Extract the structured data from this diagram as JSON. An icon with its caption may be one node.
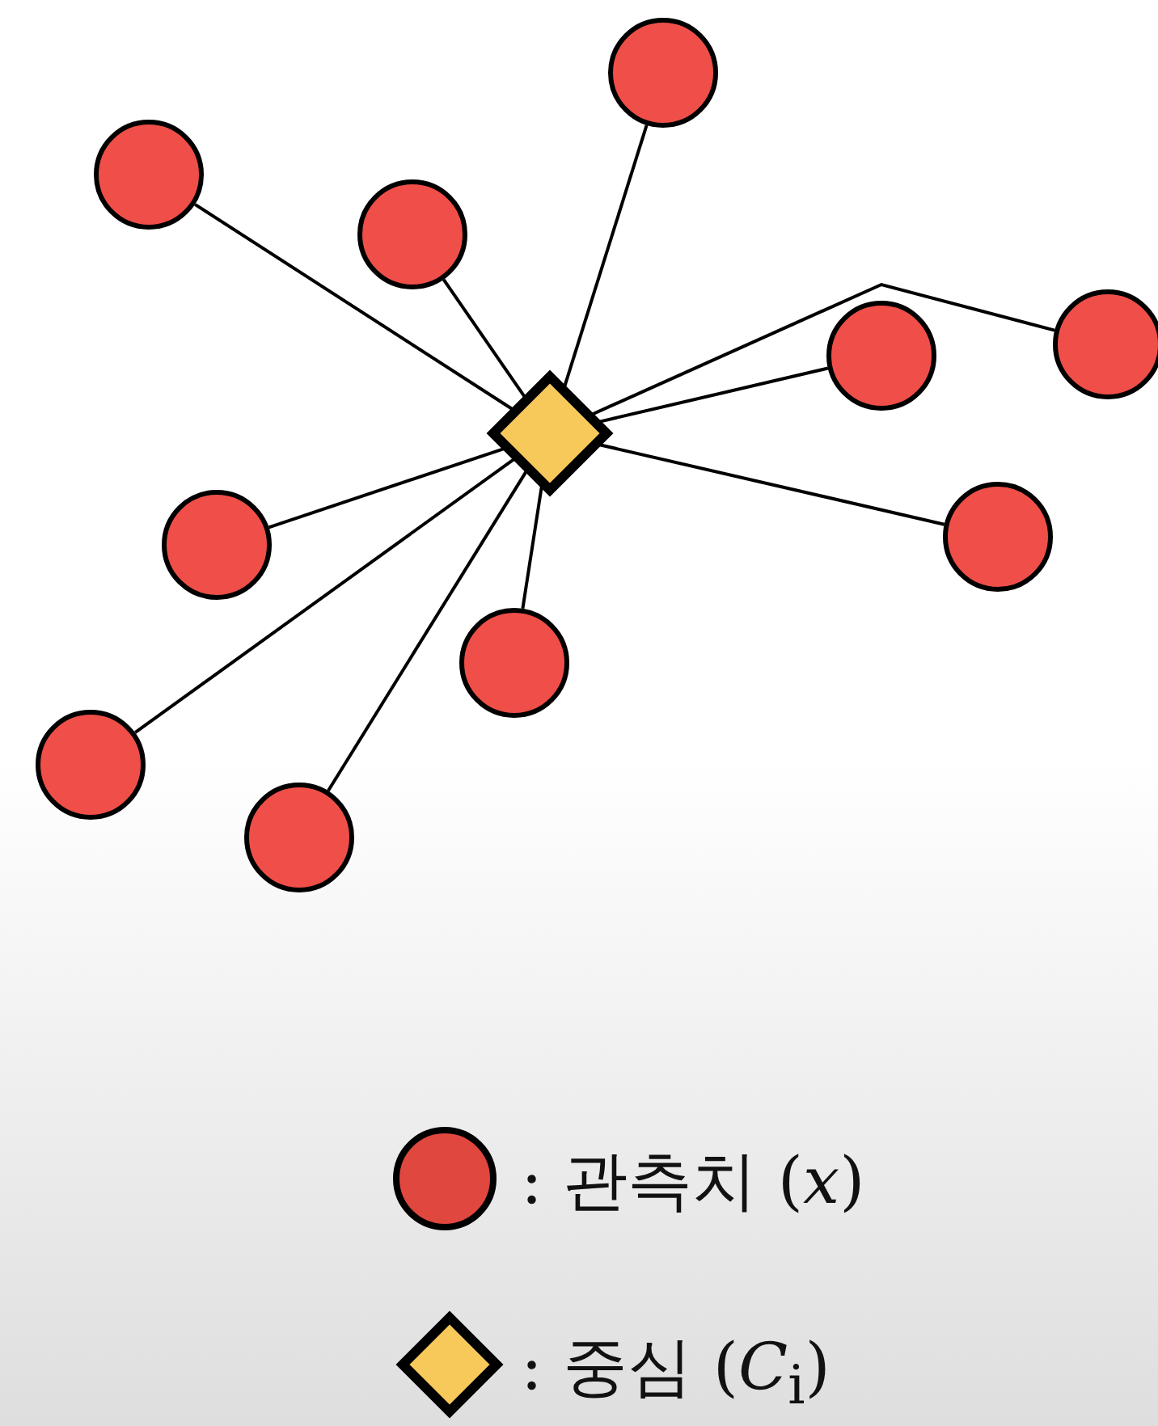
{
  "diagram": {
    "nodes": [
      {
        "text": [],
        "shape": "circle"
      },
      {
        "text": [],
        "shape": "circle"
      },
      {
        "text": [],
        "shape": "circle"
      },
      {
        "text": [],
        "shape": "circle"
      },
      {
        "text": [],
        "shape": "circle"
      },
      {
        "text": [],
        "shape": "diamond"
      },
      {
        "text": [],
        "shape": "circle"
      },
      {
        "text": [],
        "shape": "circle"
      },
      {
        "text": [],
        "shape": "circle"
      },
      {
        "text": [],
        "shape": "circle"
      },
      {
        "text": [],
        "shape": "circle"
      }
    ],
    "edges": [
      {
        "from": 5,
        "to": 0,
        "arrow": "none"
      },
      {
        "from": 5,
        "to": 1,
        "arrow": "none"
      },
      {
        "from": 5,
        "to": 2,
        "arrow": "none"
      },
      {
        "from": 5,
        "to": 3,
        "arrow": "none"
      },
      {
        "from": 5,
        "to": 4,
        "arrow": "none"
      },
      {
        "from": 5,
        "to": 6,
        "arrow": "none"
      },
      {
        "from": 5,
        "to": 7,
        "arrow": "none"
      },
      {
        "from": 5,
        "to": 8,
        "arrow": "none"
      },
      {
        "from": 5,
        "to": 9,
        "arrow": "none"
      },
      {
        "from": 5,
        "to": 10,
        "arrow": "none"
      }
    ],
    "legend": [
      {
        "text": ": 관측치 (*x*)"
      },
      {
        "text": ": 중심 (*C*$_{i}$)"
      }
    ]
  }
}
